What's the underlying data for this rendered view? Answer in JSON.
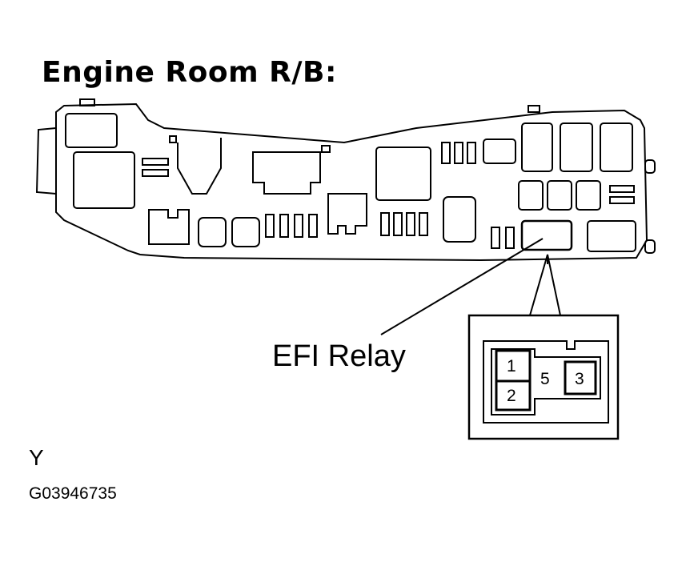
{
  "title": "Engine Room R/B:",
  "callout_label": "EFI Relay",
  "connector": {
    "pins": [
      "1",
      "2",
      "5",
      "3"
    ]
  },
  "view_mark": "Y",
  "figure_code": "G03946735"
}
